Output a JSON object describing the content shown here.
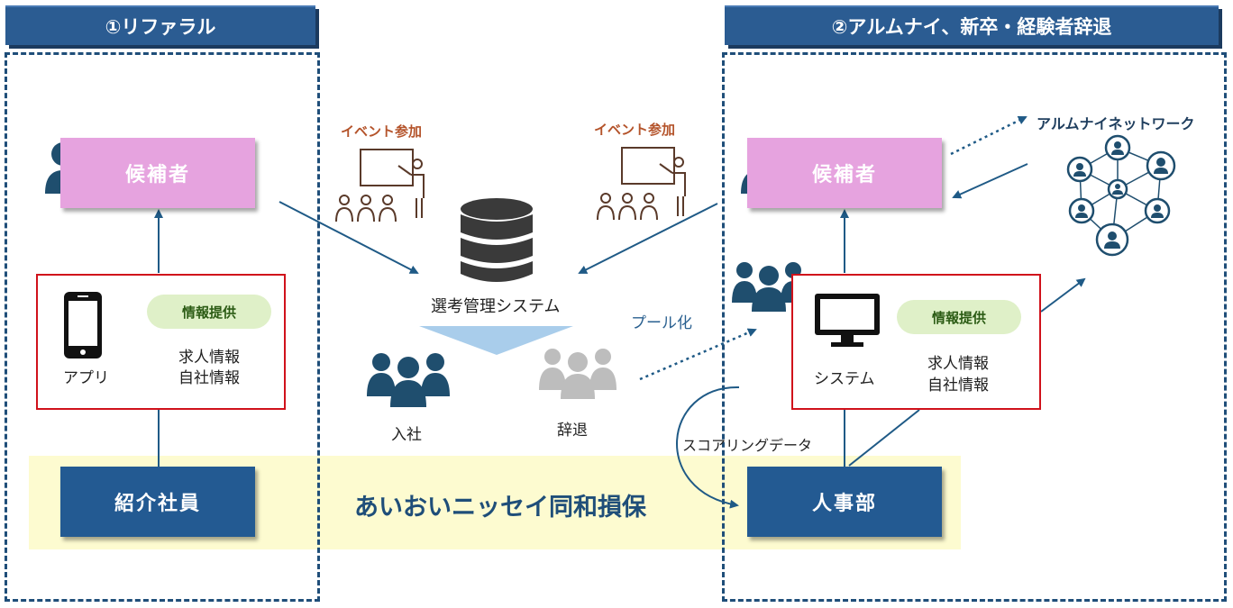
{
  "sections": {
    "left_title": "①リファラル",
    "right_title": "②アルムナイ、新卒・経験者辞退"
  },
  "left": {
    "candidate": "候補者",
    "app_label": "アプリ",
    "info_badge": "情報提供",
    "info_lines": [
      "求人情報",
      "自社情報"
    ],
    "referral_staff": "紹介社員"
  },
  "center": {
    "company": "あいおいニッセイ同和損保",
    "event_left": "イベント参加",
    "event_right": "イベント参加",
    "system_name": "選考管理システム",
    "joined": "入社",
    "declined": "辞退",
    "pool": "プール化",
    "scoring": "スコアリングデータ"
  },
  "right": {
    "candidate": "候補者",
    "network": "アルムナイネットワーク",
    "system_label": "システム",
    "info_badge": "情報提供",
    "info_lines": [
      "求人情報",
      "自社情報"
    ],
    "hr": "人事部"
  },
  "colors": {
    "frame": "#1f4e79",
    "header": "#2b5c92",
    "candidate": "#e6a3df",
    "box": "#235a92",
    "redline": "#d0121b",
    "badge": "#dff0c8",
    "band": "#fdfbd0",
    "event_text": "#b4532a"
  }
}
